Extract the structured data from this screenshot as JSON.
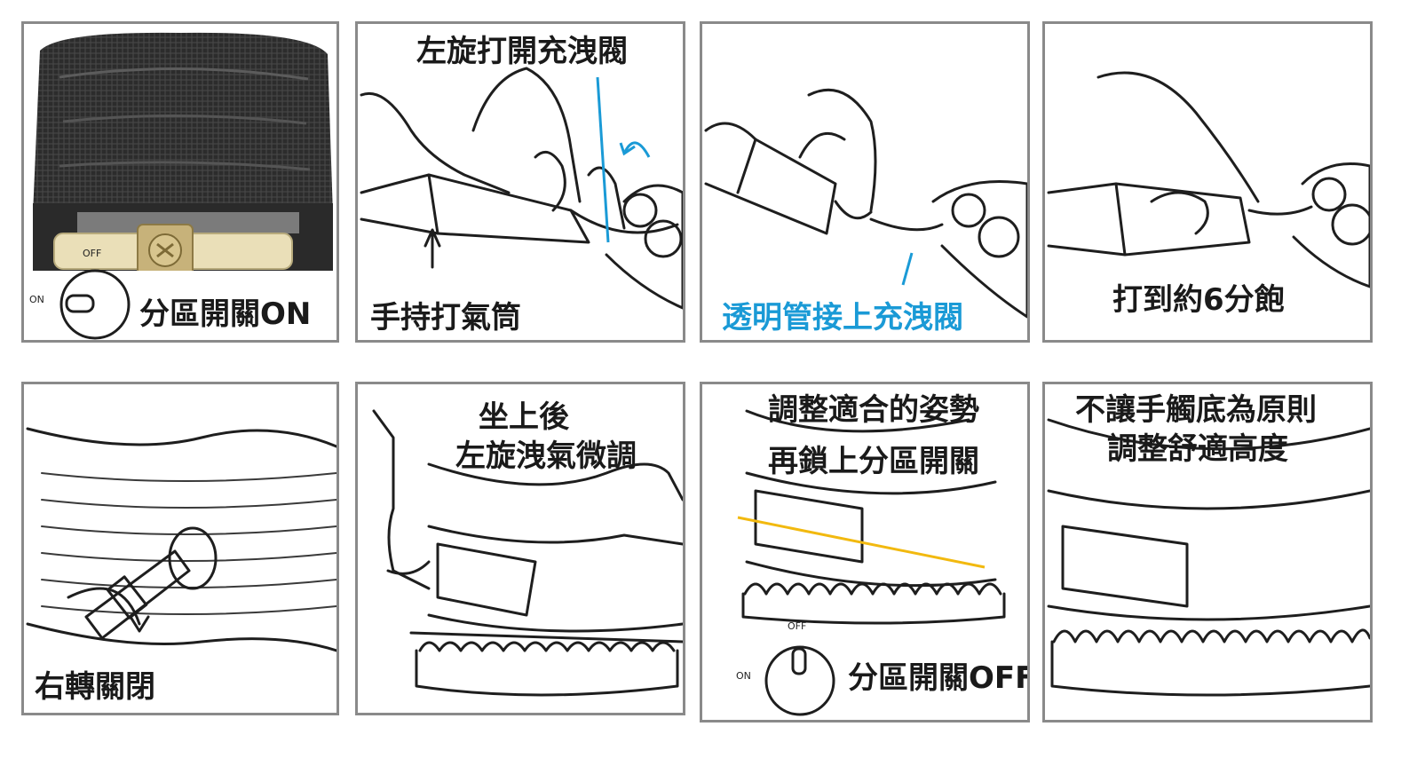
{
  "panels": {
    "p1": {
      "caption": "分區開關ON",
      "knob_off": "OFF",
      "knob_on": "ON"
    },
    "p2": {
      "caption_top": "左旋打開充洩閥",
      "caption_bottom": "手持打氣筒"
    },
    "p3": {
      "caption": "透明管接上充洩閥"
    },
    "p4": {
      "caption": "打到約6分飽"
    },
    "p5": {
      "caption": "右轉關閉"
    },
    "p6": {
      "line1": "坐上後",
      "line2": "左旋洩氣微調"
    },
    "p7": {
      "line1": "調整適合的姿勢",
      "line2": "再鎖上分區開關",
      "caption": "分區開關OFF",
      "knob_off": "OFF",
      "knob_on": "ON"
    },
    "p8": {
      "line1": "不讓手觸底為原則",
      "line2": "調整舒適高度"
    }
  },
  "colors": {
    "accent_blue": "#1a9ad6",
    "accent_yellow": "#f2b90f",
    "border": "#8a8a8a"
  }
}
